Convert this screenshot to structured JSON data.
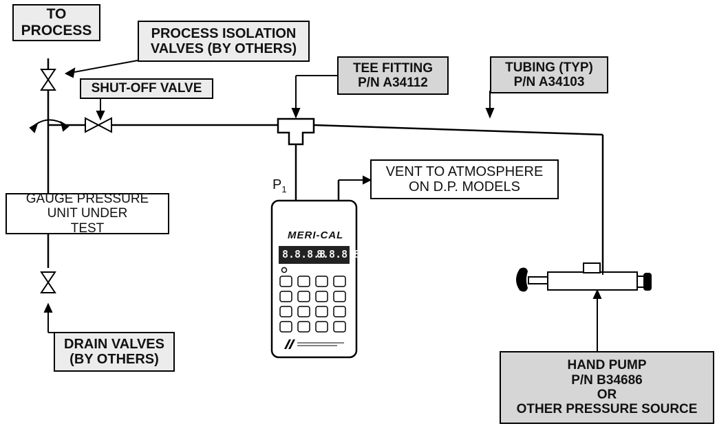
{
  "labels": {
    "to_process": [
      "TO",
      "PROCESS"
    ],
    "process_isolation": [
      "PROCESS ISOLATION",
      "VALVES (BY OTHERS)"
    ],
    "shutoff_valve": [
      "SHUT-OFF VALVE"
    ],
    "tee_fitting": [
      "TEE FITTING",
      "P/N A34112"
    ],
    "tubing": [
      "TUBING (TYP)",
      "P/N A34103"
    ],
    "vent": [
      "VENT TO ATMOSPHERE",
      "ON D.P. MODELS"
    ],
    "gauge_unit": [
      "GAUGE PRESSURE",
      "UNIT UNDER",
      "TEST"
    ],
    "drain_valves": [
      "DRAIN VALVES",
      "(BY OTHERS)"
    ],
    "hand_pump": [
      "HAND PUMP",
      "P/N B34686",
      "OR",
      "OTHER PRESSURE SOURCE"
    ]
  },
  "p1_label": "P",
  "p1_sub": "1",
  "instrument": {
    "brand": "MERI-CAL",
    "display_left": "8.8.8.8",
    "display_right": "8.8.8.8"
  }
}
